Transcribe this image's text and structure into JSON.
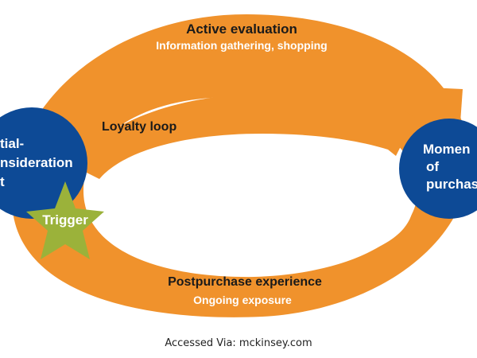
{
  "colors": {
    "orange_ring": "#F0922C",
    "blue_node": "#0D4A96",
    "trigger_star": "#9BB23A",
    "dark_text": "#1a1a1a",
    "white_text": "#ffffff",
    "background": "#ffffff"
  },
  "outer_loop": {
    "title": "Active evaluation",
    "subtitle": "Information gathering, shopping"
  },
  "loyalty_loop": {
    "title": "Loyalty loop"
  },
  "bottom_loop": {
    "title": "Postpurchase experience",
    "subtitle": "Ongoing exposure"
  },
  "left_node": {
    "lines": [
      "tial-",
      "nsideration",
      "t"
    ]
  },
  "right_node": {
    "lines": [
      "Momen",
      "of",
      "purchas"
    ]
  },
  "trigger": {
    "label": "Trigger"
  },
  "caption": "Accessed Via: mckinsey.com"
}
